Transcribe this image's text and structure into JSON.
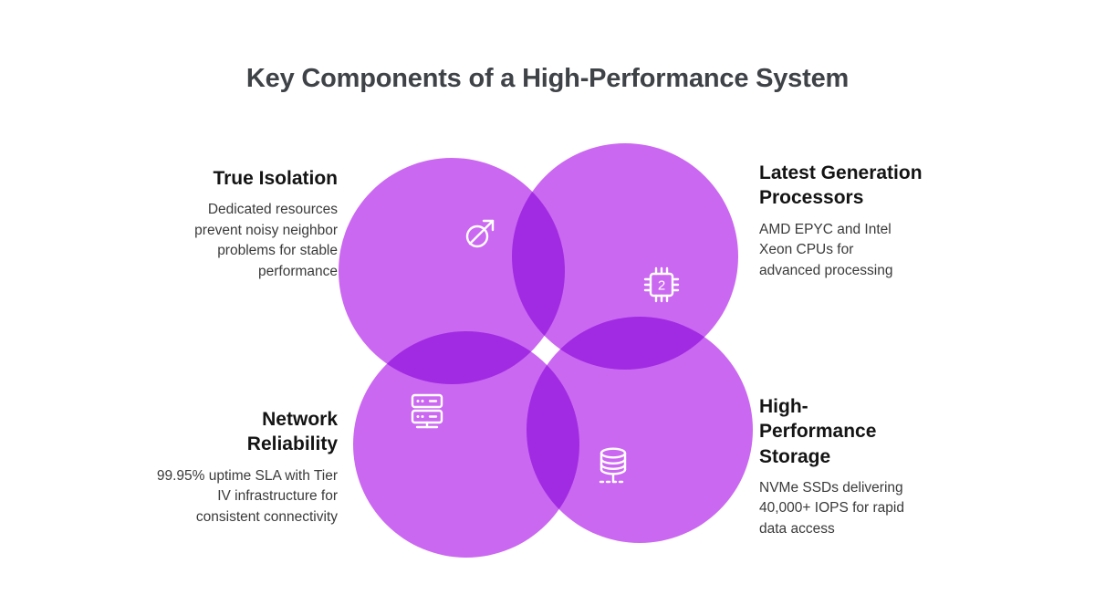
{
  "title": "Key Components of a High-Performance System",
  "colors": {
    "circle": "#cb68f1",
    "title_text": "#3f4347",
    "heading_text": "#141414",
    "body_text": "#3a3a3a",
    "icon_stroke": "#ffffff"
  },
  "items": [
    {
      "id": "true-isolation",
      "heading": "True Isolation",
      "body": "Dedicated resources prevent noisy neighbor problems for stable performance",
      "icon": "isolation-arrow-icon"
    },
    {
      "id": "latest-generation-processors",
      "heading": "Latest Generation Processors",
      "body": "AMD EPYC and Intel Xeon CPUs for advanced processing",
      "icon": "cpu-chip-icon"
    },
    {
      "id": "network-reliability",
      "heading": "Network Reliability",
      "body": "99.95% uptime SLA with Tier IV infrastructure for consistent connectivity",
      "icon": "server-icon"
    },
    {
      "id": "high-performance-storage",
      "heading": "High-Performance Storage",
      "body": "NVMe SSDs delivering 40,000+ IOPS for rapid data access",
      "icon": "database-icon"
    }
  ],
  "cpu_icon_label": "2"
}
